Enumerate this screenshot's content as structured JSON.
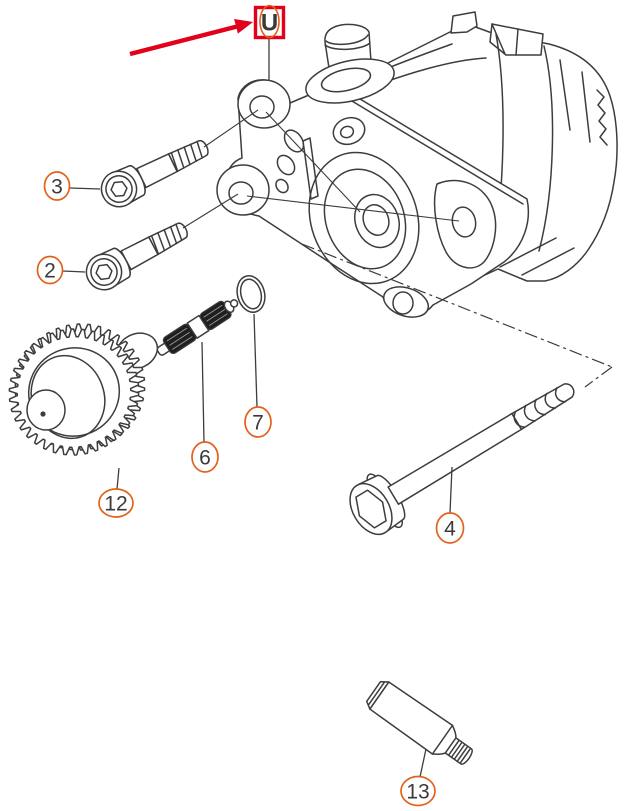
{
  "diagram": {
    "marker": {
      "label": "U"
    },
    "callouts": {
      "c2": {
        "label": "2"
      },
      "c3": {
        "label": "3"
      },
      "c4": {
        "label": "4"
      },
      "c6": {
        "label": "6"
      },
      "c7": {
        "label": "7"
      },
      "c12": {
        "label": "12"
      },
      "c13": {
        "label": "13"
      }
    }
  },
  "colors": {
    "highlight_red": "#e3001b",
    "callout_orange": "#e2621c",
    "line_gray": "#3d3d3d",
    "number_text": "#3a3a3a",
    "shaft_fill": "#1f1f1f",
    "background": "#ffffff"
  }
}
